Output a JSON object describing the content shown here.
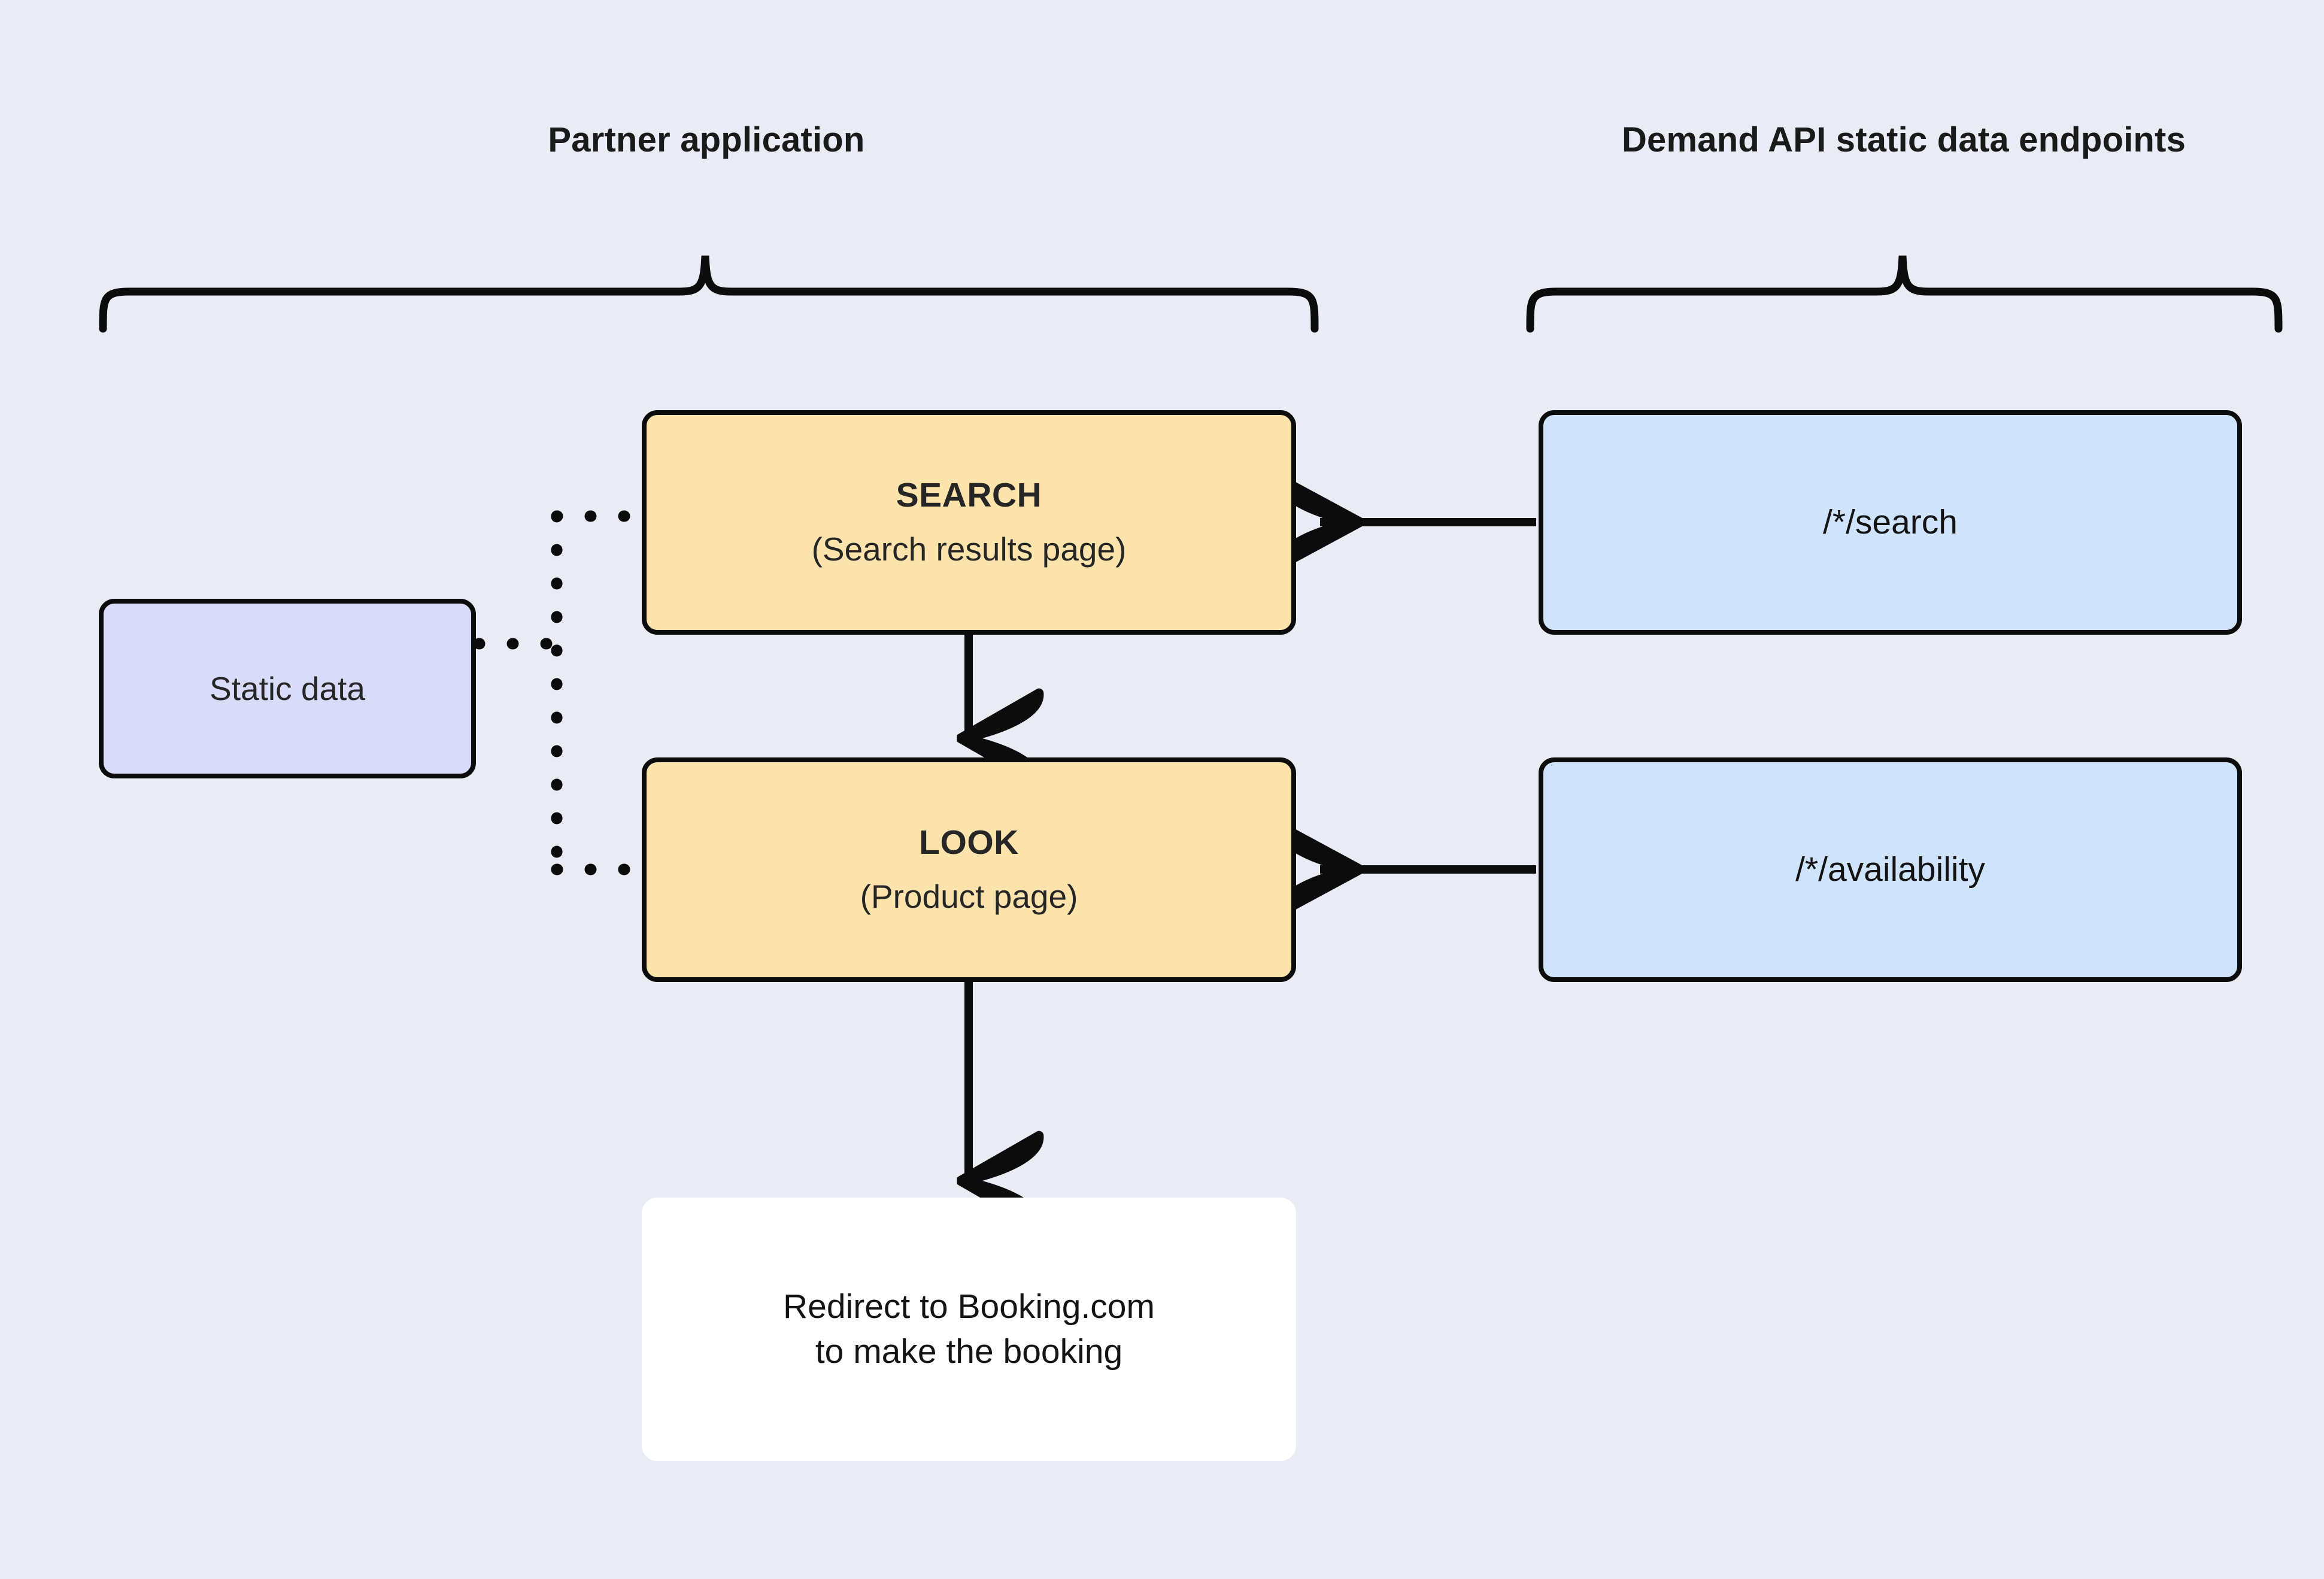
{
  "page": {
    "background_color": "#e9ecf5",
    "stroke_color": "#0c0c0c"
  },
  "groups": [
    {
      "id": "partner",
      "title": "Partner application"
    },
    {
      "id": "demand",
      "title": "Demand API static data endpoints"
    }
  ],
  "nodes": {
    "search": {
      "title": "SEARCH",
      "subtitle": "(Search results page)",
      "fill": "#fce3ac"
    },
    "look": {
      "title": "LOOK",
      "subtitle": "(Product page)",
      "fill": "#fce3ac"
    },
    "static_data": {
      "label": "Static data",
      "fill": "#d9dcf9"
    },
    "search_endpoint": {
      "label": "/*/search",
      "fill": "#cfe4fb"
    },
    "availability_endpoint": {
      "label": "/*/availability",
      "fill": "#cfe4fb"
    },
    "redirect": {
      "line1": "Redirect to Booking.com",
      "line2": "to make the booking",
      "fill": "#ffffff"
    }
  },
  "connectors": [
    {
      "id": "search-to-look",
      "from": "search",
      "to": "look",
      "style": "solid",
      "arrow": "down"
    },
    {
      "id": "look-to-redirect",
      "from": "look",
      "to": "redirect",
      "style": "solid",
      "arrow": "down"
    },
    {
      "id": "search-endpoint-to-search",
      "from": "search_endpoint",
      "to": "search",
      "style": "solid",
      "arrow": "left"
    },
    {
      "id": "availability-to-look",
      "from": "availability_endpoint",
      "to": "look",
      "style": "solid",
      "arrow": "left"
    },
    {
      "id": "static-to-search",
      "from": "static_data",
      "to": "search",
      "style": "dotted",
      "arrow": "none"
    },
    {
      "id": "static-to-look",
      "from": "static_data",
      "to": "look",
      "style": "dotted",
      "arrow": "none"
    }
  ]
}
